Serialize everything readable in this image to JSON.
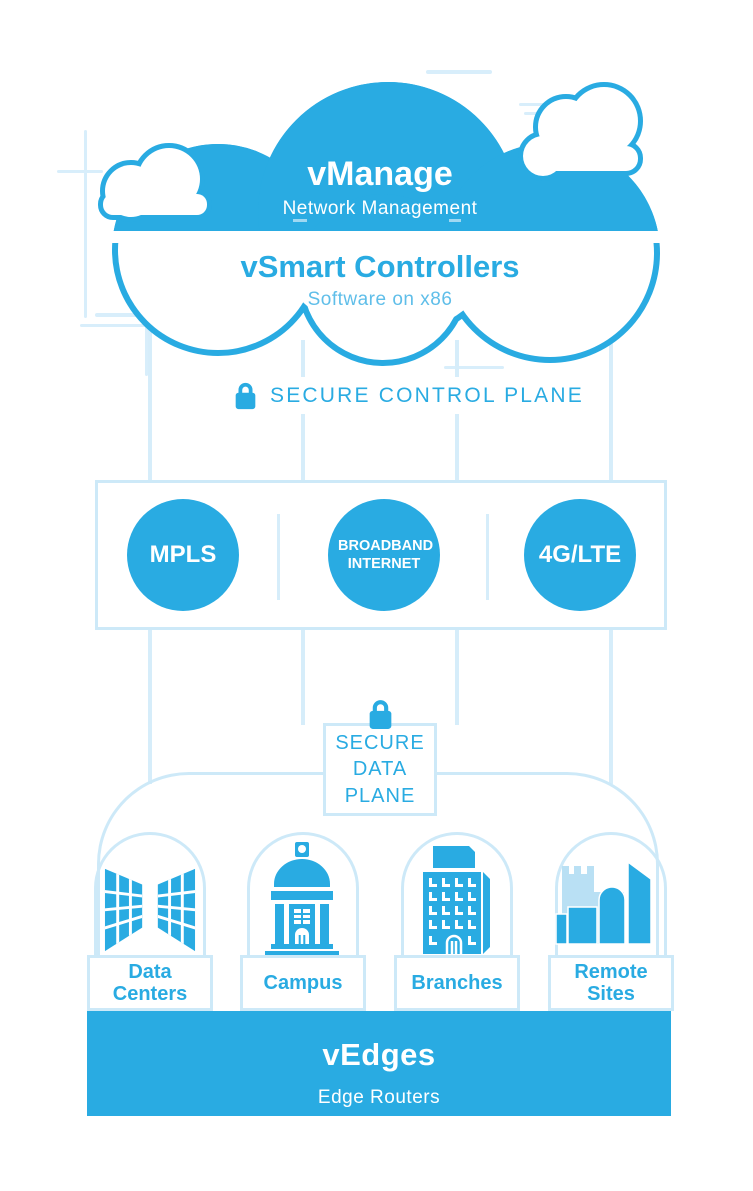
{
  "colors": {
    "primary": "#29ABE2",
    "light_outline": "#CDE9F8",
    "light_line": "#D8EEFB",
    "subtext_blue": "#5FBEE9",
    "pale_building": "#B9E0F4"
  },
  "cloud": {
    "title": "vManage",
    "subtitle": "Network Management",
    "vsmart_title": "vSmart Controllers",
    "vsmart_subtitle": "Software on x86",
    "decor_icons": [
      "small-cloud-left-icon",
      "small-cloud-right-icon"
    ]
  },
  "control_plane": {
    "icon": "lock-icon",
    "label": "SECURE CONTROL PLANE"
  },
  "transport_box": {
    "transports": [
      {
        "label": "MPLS"
      },
      {
        "label": "BROADBAND INTERNET"
      },
      {
        "label": "4G/LTE"
      }
    ]
  },
  "data_plane": {
    "icon": "lock-icon",
    "label": "SECURE DATA PLANE"
  },
  "sites": [
    {
      "icon": "data-centers-building-icon",
      "label": "Data Centers"
    },
    {
      "icon": "campus-building-icon",
      "label": "Campus"
    },
    {
      "icon": "branches-building-icon",
      "label": "Branches"
    },
    {
      "icon": "remote-sites-building-icon",
      "label": "Remote Sites"
    }
  ],
  "edge_bar": {
    "title": "vEdges",
    "subtitle": "Edge Routers"
  }
}
